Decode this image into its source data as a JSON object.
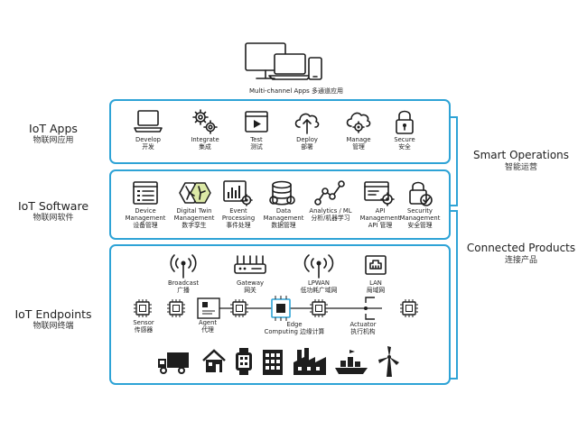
{
  "top": {
    "label": "Multi-channel Apps 多通道应用"
  },
  "layers": {
    "apps": {
      "en": "IoT Apps",
      "cn": "物联网应用"
    },
    "software": {
      "en": "IoT Software",
      "cn": "物联网软件"
    },
    "endpoints": {
      "en": "IoT Endpoints",
      "cn": "物联网终端"
    }
  },
  "right": {
    "ops": {
      "en": "Smart Operations",
      "cn": "智能运营"
    },
    "products": {
      "en": "Connected Products",
      "cn": "连接产品"
    }
  },
  "apps": [
    {
      "en": "Develop",
      "cn": "开发",
      "icon": "laptop-icon"
    },
    {
      "en": "Integrate",
      "cn": "集成",
      "icon": "gears-icon"
    },
    {
      "en": "Test",
      "cn": "测试",
      "icon": "video-window-icon"
    },
    {
      "en": "Deploy",
      "cn": "部署",
      "icon": "cloud-upload-icon"
    },
    {
      "en": "Manage",
      "cn": "管理",
      "icon": "cloud-gear-icon"
    },
    {
      "en": "Secure",
      "cn": "安全",
      "icon": "padlock-icon"
    }
  ],
  "software": [
    {
      "l1": "Device",
      "l2": "Management",
      "cn": "设备管理",
      "icon": "device-list-icon"
    },
    {
      "l1": "Digital Twin",
      "l2": "Management",
      "cn": "数字孪生",
      "icon": "digital-twin-icon"
    },
    {
      "l1": "Event",
      "l2": "Processing",
      "cn": "事件处理",
      "icon": "event-chart-icon"
    },
    {
      "l1": "Data",
      "l2": "Management",
      "cn": "数据管理",
      "icon": "database-gear-icon"
    },
    {
      "l1": "Analytics / ML",
      "l2": "",
      "cn": "分析/机器学习",
      "icon": "analytics-icon"
    },
    {
      "l1": "API",
      "l2": "Management",
      "cn": "API 管理",
      "icon": "api-window-icon"
    },
    {
      "l1": "Security",
      "l2": "Management",
      "cn": "安全管理",
      "icon": "security-shield-icon"
    }
  ],
  "connectivity": [
    {
      "en": "Broadcast",
      "cn": "广播",
      "icon": "broadcast-antenna-icon"
    },
    {
      "en": "Gateway",
      "cn": "网关",
      "icon": "gateway-router-icon"
    },
    {
      "en": "LPWAN",
      "cn": "低功耗广域网",
      "icon": "lpwan-antenna-icon"
    },
    {
      "en": "LAN",
      "cn": "局域网",
      "icon": "ethernet-port-icon"
    }
  ],
  "edge": {
    "sensor": {
      "en": "Sensor",
      "cn": "传感器"
    },
    "agent": {
      "en": "Agent",
      "cn": "代理"
    },
    "computing": {
      "en1": "Edge",
      "en2": "Computing",
      "cn": "边缘计算"
    },
    "actuator": {
      "en": "Actuator",
      "cn": "执行机构"
    }
  },
  "devices": [
    "truck-icon",
    "house-icon",
    "smartwatch-icon",
    "building-icon",
    "factory-icon",
    "ship-icon",
    "wind-turbine-icon"
  ]
}
